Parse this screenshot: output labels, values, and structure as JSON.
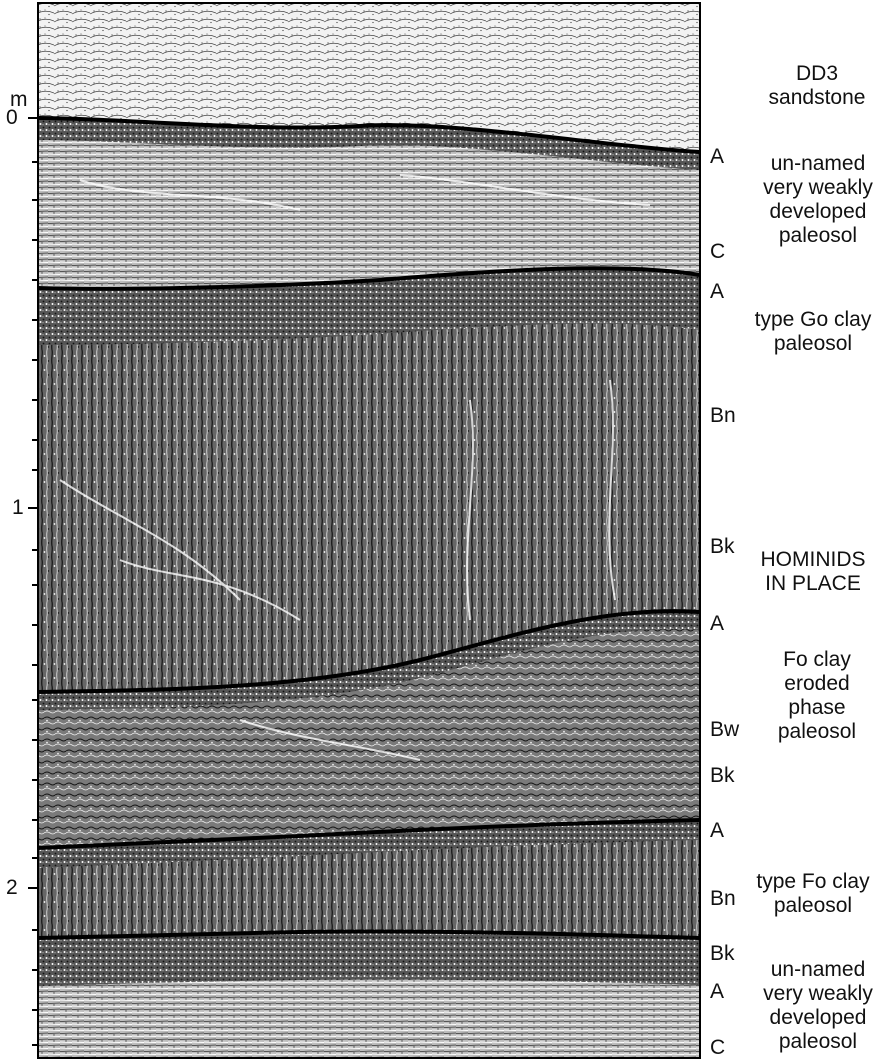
{
  "scale": {
    "unit": "m",
    "tick_labels": [
      "0",
      "1",
      "2"
    ]
  },
  "horizons": [
    "A",
    "C",
    "A",
    "Bn",
    "Bk",
    "A",
    "Bw",
    "Bk",
    "A",
    "Bn",
    "Bk",
    "A",
    "C"
  ],
  "units": [
    {
      "lines": [
        "DD3",
        "sandstone"
      ]
    },
    {
      "lines": [
        "un-named",
        "very weakly",
        "developed",
        "paleosol"
      ]
    },
    {
      "lines": [
        "type Go clay",
        "paleosol"
      ]
    },
    {
      "lines": [
        "HOMINIDS",
        "IN PLACE"
      ]
    },
    {
      "lines": [
        "Fo clay",
        "eroded",
        "phase",
        "paleosol"
      ]
    },
    {
      "lines": [
        "type Fo clay",
        "paleosol"
      ]
    },
    {
      "lines": [
        "un-named",
        "very weakly",
        "developed",
        "paleosol"
      ]
    }
  ]
}
